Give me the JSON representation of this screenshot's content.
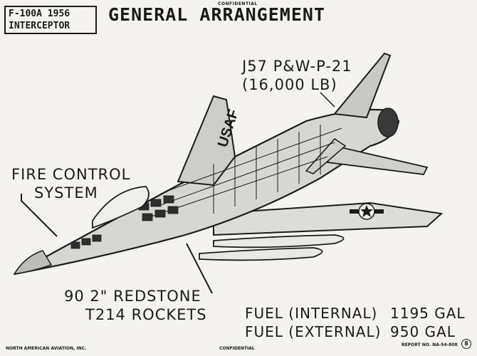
{
  "header": {
    "box_line1": "F-100A 1956",
    "box_line2": "INTERCEPTOR",
    "title": "GENERAL ARRANGEMENT",
    "confidential_top": "CONFIDENTIAL"
  },
  "labels": {
    "engine_line1": "J57 P&W-P-21",
    "engine_line2": "(16,000 LB)",
    "fire_control_line1": "FIRE CONTROL",
    "fire_control_line2": "SYSTEM",
    "rockets_line1": "90 2\" REDSTONE",
    "rockets_line2": "T214 ROCKETS",
    "fuselage_marking": "USAF"
  },
  "fuel": {
    "internal_label": "FUEL (INTERNAL)",
    "internal_value": "1195 GAL",
    "external_label": "FUEL (EXTERNAL)",
    "external_value": "950 GAL"
  },
  "footer": {
    "company": "NORTH AMERICAN AVIATION, INC.",
    "confidential_bottom": "CONFIDENTIAL",
    "report": "REPORT NO. NA-54-808",
    "page": "8"
  },
  "colors": {
    "ink": "#1b1b1b",
    "paper": "#f4f3ef",
    "metal": "#cfcfcc"
  }
}
